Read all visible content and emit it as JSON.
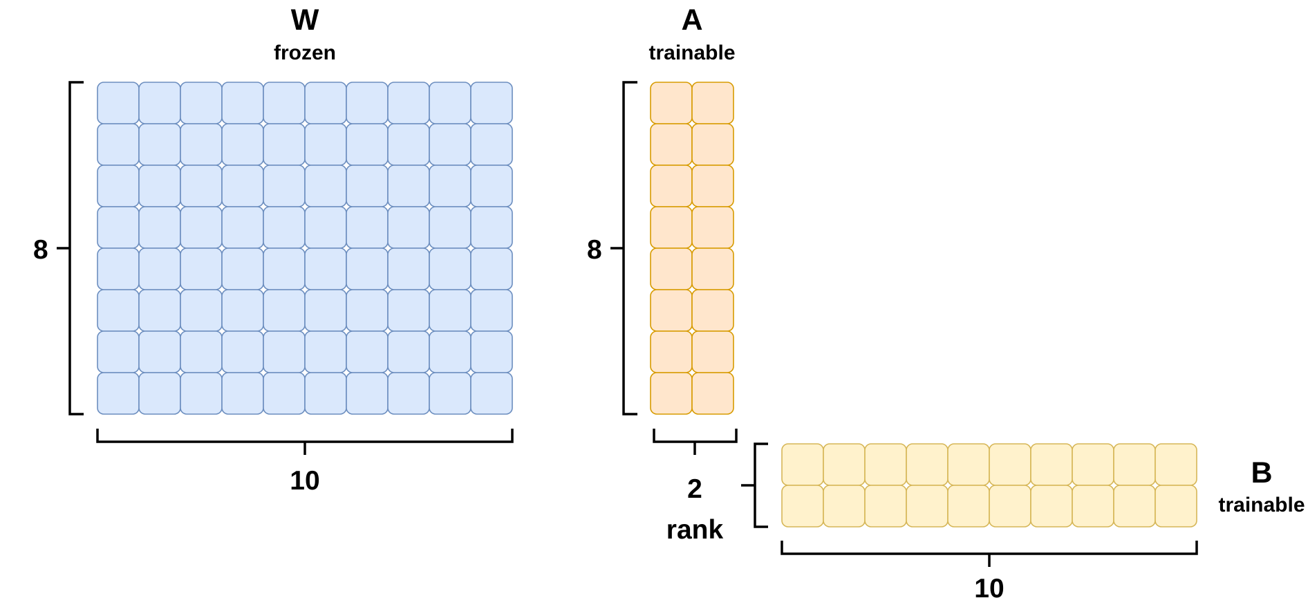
{
  "colors": {
    "frozen_fill": "#dae8fc",
    "frozen_stroke": "#6c8ebf",
    "a_fill": "#ffe6cc",
    "a_stroke": "#d79b00",
    "b_fill": "#fff2cc",
    "b_stroke": "#d6b656",
    "bracket": "#000000"
  },
  "matrices": {
    "W": {
      "label": "W",
      "caption": "frozen",
      "rows": 8,
      "cols": 10,
      "rows_label": "8",
      "cols_label": "10"
    },
    "A": {
      "label": "A",
      "caption": "trainable",
      "rows": 8,
      "cols": 2,
      "rows_label": "8",
      "cols_label": "2",
      "rank_label": "rank"
    },
    "B": {
      "label": "B",
      "caption": "trainable",
      "rows": 2,
      "cols": 10,
      "cols_label": "10"
    }
  }
}
